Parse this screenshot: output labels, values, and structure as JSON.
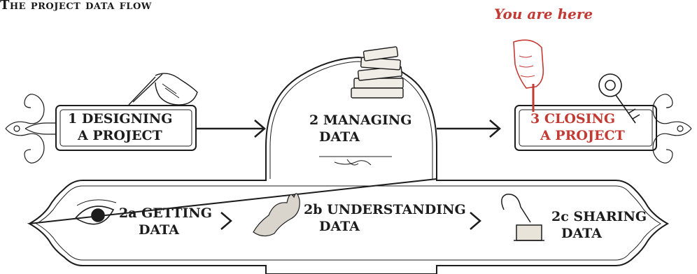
{
  "title": "The project data flow",
  "you_are_here": "You are here",
  "steps": {
    "designing": {
      "line1": "1 DESIGNING",
      "line2": "A PROJECT"
    },
    "managing": {
      "line1": "2 MANAGING",
      "line2": "DATA"
    },
    "closing": {
      "line1": "3 CLOSING",
      "line2": "A PROJECT"
    },
    "getting": {
      "line1": "2a GETTING",
      "line2": "DATA"
    },
    "understanding": {
      "line1": "2b UNDERSTANDING",
      "line2": "DATA"
    },
    "sharing": {
      "line1": "2c SHARING",
      "line2": "DATA"
    }
  },
  "colors": {
    "ink": "#1c1c1c",
    "highlight": "#c23a33",
    "paper": "#ffffff"
  },
  "icons": [
    "quill-hand-icon",
    "book-stack-icon",
    "pointing-hand-icon",
    "key-icon",
    "eye-icon",
    "rabbit-shadow-icon",
    "gramophone-icon",
    "flourish-ornament-icon"
  ]
}
